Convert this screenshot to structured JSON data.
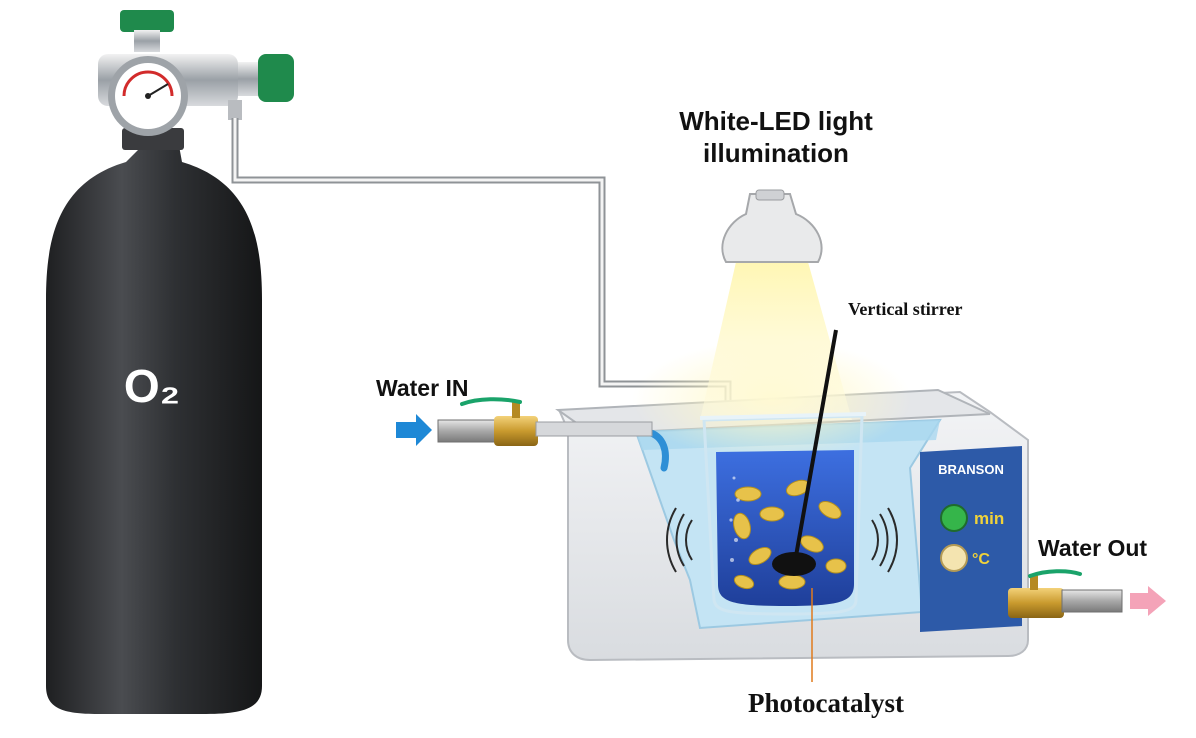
{
  "labels": {
    "gas": "O₂",
    "light_line1": "White-LED light",
    "light_line2": "illumination",
    "stirrer": "Vertical stirrer",
    "water_in": "Water IN",
    "water_out": "Water Out",
    "photocatalyst": "Photocatalyst"
  },
  "panel": {
    "brand": "BRANSON",
    "timer_unit": "min",
    "temp_unit": "°C"
  },
  "colors": {
    "cylinder": "#2b2c2e",
    "valve_green": "#1f8a4c",
    "water": "#bfe3f5",
    "solution": "#2a5bc7",
    "catalyst": "#e7c24a",
    "led_beam": "#fff3a0",
    "arrow_in": "#1e88d6",
    "arrow_out": "#f4a3b8",
    "panel_blue": "#2d5aa8",
    "timer_button": "#35b54a",
    "temp_button": "#f4e4b0"
  },
  "icons": {
    "arrow_in": "right-arrow-icon",
    "arrow_out": "right-arrow-icon",
    "sound_waves": "ultrasonic-wave-icon"
  }
}
